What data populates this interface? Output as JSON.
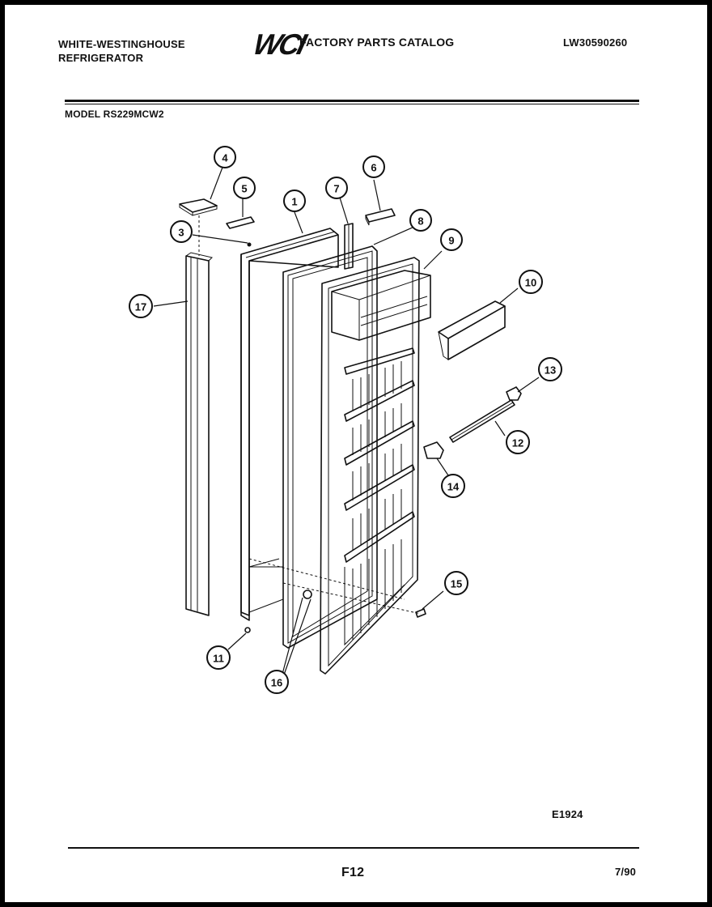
{
  "header": {
    "brand_line1": "WHITE-WESTINGHOUSE",
    "brand_line2": "REFRIGERATOR",
    "logo": "WCI",
    "catalog_title": "FACTORY PARTS CATALOG",
    "document_number": "LW30590260"
  },
  "model_label": "MODEL RS229MCW2",
  "diagram_code": "E1924",
  "footer": {
    "page": "F12",
    "date_code": "7/90"
  },
  "callouts": [
    "1",
    "3",
    "4",
    "5",
    "6",
    "7",
    "8",
    "9",
    "10",
    "11",
    "12",
    "13",
    "14",
    "15",
    "16",
    "17"
  ]
}
